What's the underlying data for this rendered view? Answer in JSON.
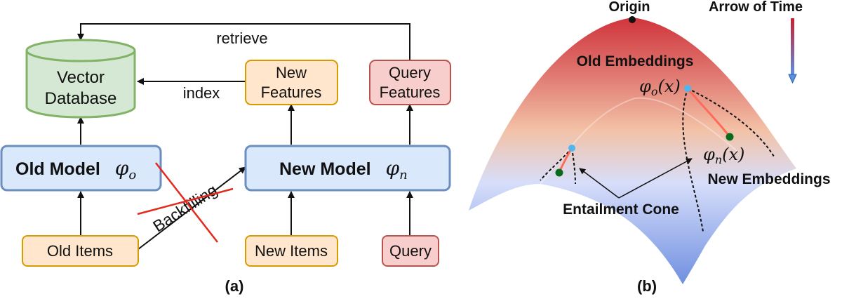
{
  "panel_a": {
    "caption": "(a)",
    "vector_db": {
      "line1": "Vector",
      "line2": "Database"
    },
    "old_model": {
      "label": "Old Model",
      "symbol": "φ",
      "sub": "o"
    },
    "new_model": {
      "label": "New Model",
      "symbol": "φ",
      "sub": "n"
    },
    "new_features": {
      "line1": "New",
      "line2": "Features"
    },
    "query_features": {
      "line1": "Query",
      "line2": "Features"
    },
    "old_items": "Old Items",
    "new_items": "New Items",
    "query": "Query",
    "edge_retrieve": "retrieve",
    "edge_index": "index",
    "backfilling": "Backfilling"
  },
  "panel_b": {
    "caption": "(b)",
    "origin": "Origin",
    "arrow_of_time": "Arrow of Time",
    "old_embeddings": "Old Embeddings",
    "new_embeddings": "New Embeddings",
    "entailment_cone": "Entailment Cone",
    "phi_o": {
      "sym": "φ",
      "sub": "o",
      "arg": "(x)"
    },
    "phi_n": {
      "sym": "φ",
      "sub": "n",
      "arg": "(x)"
    }
  },
  "colors": {
    "db_fill": "#d5e8d4",
    "db_stroke": "#82b366",
    "model_fill": "#dae8fc",
    "model_stroke": "#6c8ebf",
    "feature_fill": "#ffe6cc",
    "feature_stroke": "#d79b00",
    "query_fill": "#f8cecc",
    "query_stroke": "#b85450",
    "cone_line": "#ff6b5b",
    "old_point": "#4fb6f0",
    "new_point": "#0b6b1c"
  }
}
